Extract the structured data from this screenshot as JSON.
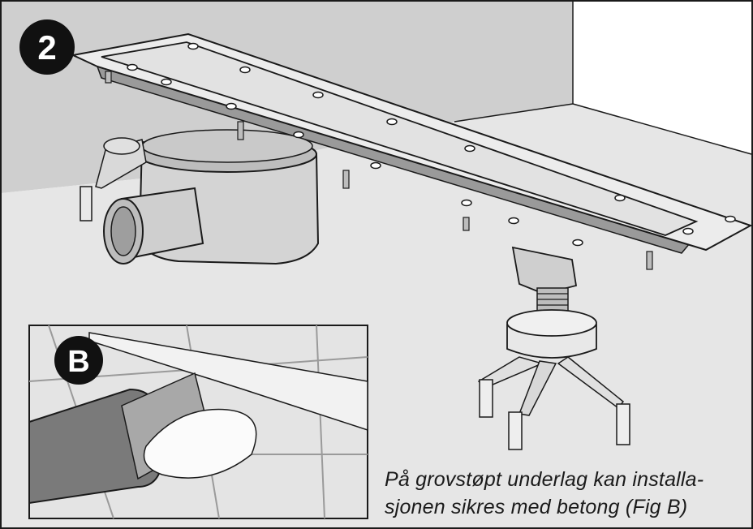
{
  "step_badge": {
    "label": "2"
  },
  "inset_badge": {
    "label": "B"
  },
  "caption": {
    "line1": "På grovstøpt underlag kan installa-",
    "line2": "sjonen sikres med betong (Fig B)"
  }
}
